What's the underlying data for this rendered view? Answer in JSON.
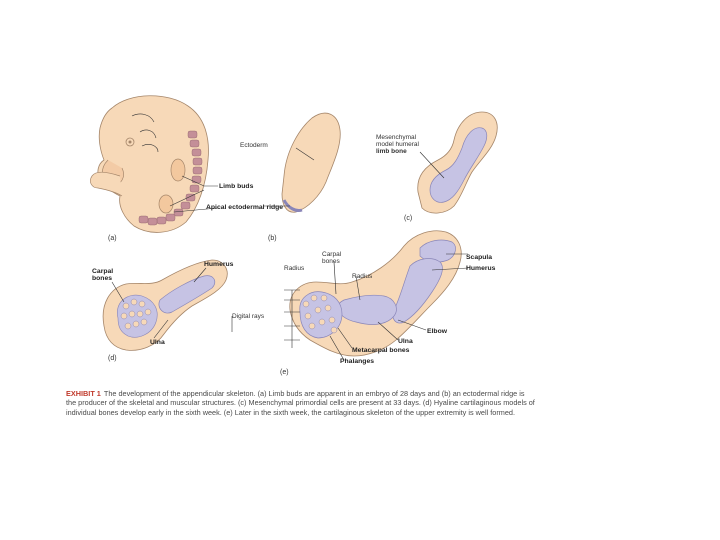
{
  "labels": {
    "limb_buds": "Limb buds",
    "apical_ridge": "Apical ectodermal ridge",
    "ectoderm": "Ectoderm",
    "mesenchymal": "Mesenchymal model humeral limb bone",
    "carpal_bones_d": "Carpal bones",
    "humerus_d": "Humerus",
    "ulna_d": "Ulna",
    "digital_rays": "Digital rays",
    "carpal_bones_e": "Carpal bones",
    "radius_e": "Radius",
    "radius_e2": "Radius",
    "scapula": "Scapula",
    "humerus_e": "Humerus",
    "elbow": "Elbow",
    "ulna_e": "Ulna",
    "metacarpal": "Metacarpal bones",
    "phalanges": "Phalanges"
  },
  "panels": [
    "(a)",
    "(b)",
    "(c)",
    "(d)",
    "(e)"
  ],
  "caption": {
    "head": "EXHIBIT 1",
    "text": "The development of the appendicular skeleton. (a) Limb buds are apparent in an embryo of 28 days and (b) an ectodermal ridge is the producer of the skeletal and muscular structures. (c) Mesenchymal primordial cells are present at 33 days. (d) Hyaline cartilaginous models of individual bones develop early in the sixth week. (e) Later in the sixth week, the cartilaginous skeleton of the upper extremity is well formed."
  },
  "colors": {
    "skin": "#f7d9b8",
    "skin_outline": "#a5866a",
    "cartilage": "#c6c3e4",
    "cartilage_outline": "#8a86b8",
    "somite": "#c48f98",
    "caption_head": "#c0392b"
  }
}
